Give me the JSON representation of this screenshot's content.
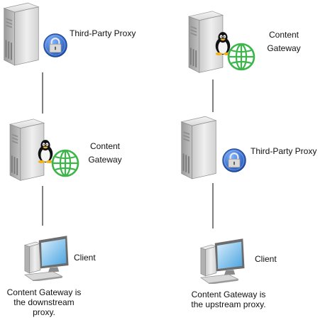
{
  "left_column": {
    "top_node": {
      "label": "Third-Party Proxy",
      "icon": "proxy-server-icon"
    },
    "middle_node": {
      "label_line1": "Content",
      "label_line2": "Gateway",
      "icon": "content-gateway-server-icon"
    },
    "bottom_node": {
      "label": "Client",
      "icon": "client-computer-icon"
    },
    "caption_line1": "Content Gateway is",
    "caption_line2": "the downstream",
    "caption_line3": "proxy."
  },
  "right_column": {
    "top_node": {
      "label_line1": "Content",
      "label_line2": "Gateway",
      "icon": "content-gateway-server-icon"
    },
    "middle_node": {
      "label": "Third-Party Proxy",
      "icon": "proxy-server-icon"
    },
    "bottom_node": {
      "label": "Client",
      "icon": "client-computer-icon"
    },
    "caption_line1": "Content Gateway is",
    "caption_line2": "the upstream proxy."
  },
  "colors": {
    "server_body": "#d8d8d8",
    "server_shadow": "#a8a8a8",
    "lock_blue": "#2a6fd6",
    "globe_green": "#3cb54a",
    "monitor_screen": "#8fc9ef",
    "connector": "#000000"
  }
}
